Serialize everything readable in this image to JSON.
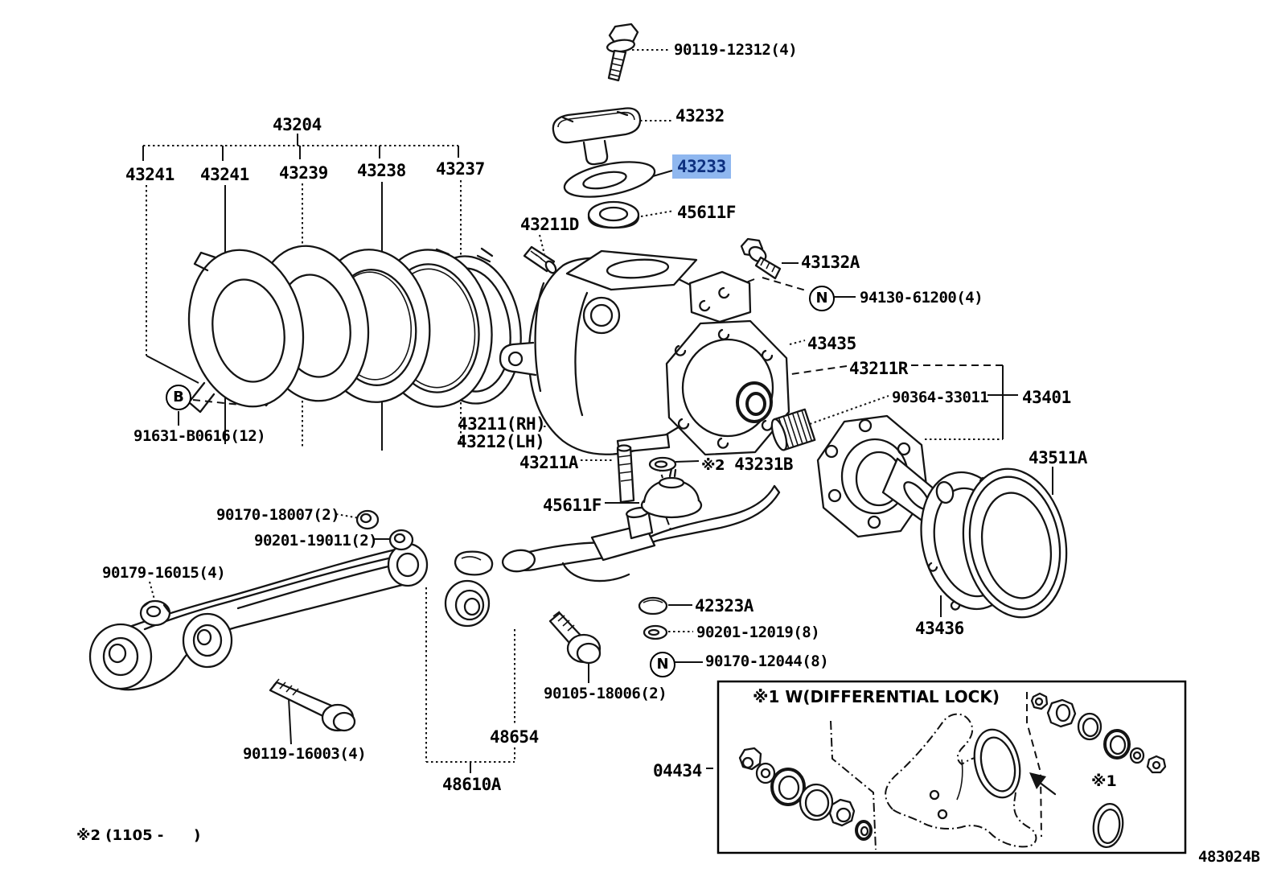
{
  "diagram": {
    "type": "exploded-parts-diagram",
    "drawing_code": "483024B",
    "footnote": "※2 (1105 -      )",
    "inset_box_note": "※1 W(DIFFERENTIAL LOCK)",
    "inset_box_marker": "※1",
    "highlight_bg": "#8fb7ef",
    "highlight_fg": "#0d2f7e",
    "selected_part": "43233",
    "line_color": "#141414"
  },
  "markers": {
    "b": "B",
    "n1": "N",
    "n2": "N"
  },
  "labels": [
    {
      "id": "l0",
      "text": "90119-12312(4)"
    },
    {
      "id": "l1",
      "text": "43232"
    },
    {
      "id": "l2",
      "text": "43233"
    },
    {
      "id": "l3",
      "text": "45611F"
    },
    {
      "id": "l4",
      "text": "43211D"
    },
    {
      "id": "l5",
      "text": "43204"
    },
    {
      "id": "l6",
      "text": "43241"
    },
    {
      "id": "l7",
      "text": "43241"
    },
    {
      "id": "l8",
      "text": "43239"
    },
    {
      "id": "l9",
      "text": "43238"
    },
    {
      "id": "l10",
      "text": "43237"
    },
    {
      "id": "l11",
      "text": "43132A"
    },
    {
      "id": "l12",
      "text": "94130-61200(4)"
    },
    {
      "id": "l13",
      "text": "43435"
    },
    {
      "id": "l14",
      "text": "43211R"
    },
    {
      "id": "l15",
      "text": "90364-33011"
    },
    {
      "id": "l16",
      "text": "43401"
    },
    {
      "id": "l17",
      "text": "43211(RH)"
    },
    {
      "id": "l18",
      "text": "43212(LH)"
    },
    {
      "id": "l19",
      "text": "43211A"
    },
    {
      "id": "l20",
      "prefix": "※2",
      "text": "43231B"
    },
    {
      "id": "l21",
      "text": "45611F"
    },
    {
      "id": "l22",
      "text": "91631-B0616(12)"
    },
    {
      "id": "l23",
      "text": "90170-18007(2)"
    },
    {
      "id": "l24",
      "text": "90201-19011(2)"
    },
    {
      "id": "l25",
      "text": "90179-16015(4)"
    },
    {
      "id": "l26",
      "text": "42323A"
    },
    {
      "id": "l27",
      "text": "90201-12019(8)"
    },
    {
      "id": "l28",
      "text": "90170-12044(8)"
    },
    {
      "id": "l29",
      "text": "90105-18006(2)"
    },
    {
      "id": "l30",
      "text": "90119-16003(4)"
    },
    {
      "id": "l31",
      "text": "48654"
    },
    {
      "id": "l32",
      "text": "48610A"
    },
    {
      "id": "l33",
      "text": "43511A"
    },
    {
      "id": "l34",
      "text": "43436"
    },
    {
      "id": "l35",
      "text": "04434"
    }
  ]
}
